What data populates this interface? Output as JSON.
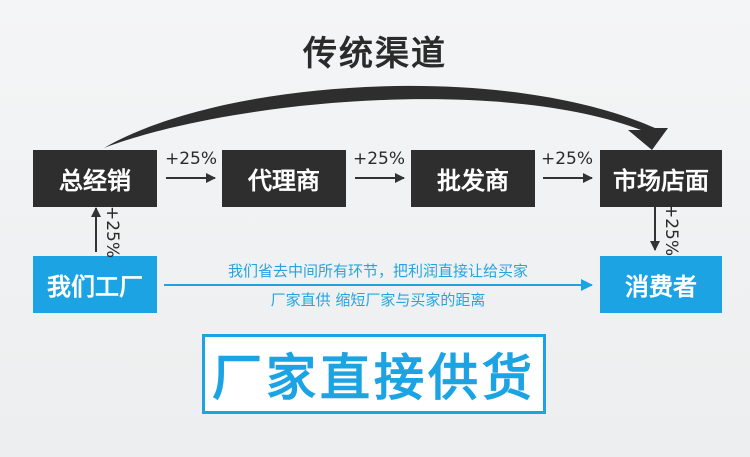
{
  "title": "传统渠道",
  "nodes": {
    "general_distributor": "总经销",
    "agent": "代理商",
    "wholesaler": "批发商",
    "market_store": "市场店面",
    "our_factory": "我们工厂",
    "consumer": "消费者"
  },
  "markups": {
    "factory_to_distributor": "+25%",
    "distributor_to_agent": "+25%",
    "agent_to_wholesaler": "+25%",
    "wholesaler_to_store": "+25%",
    "store_to_consumer": "+25%"
  },
  "direct_path": {
    "line1": "我们省去中间所有环节，把利润直接让给买家",
    "line2": "厂家直供 缩短厂家与买家的距离"
  },
  "banner": "厂家直接供货",
  "colors": {
    "dark_box": "#2e2e2e",
    "accent_blue": "#1ba3e4",
    "title_text": "#2b2b2b"
  }
}
